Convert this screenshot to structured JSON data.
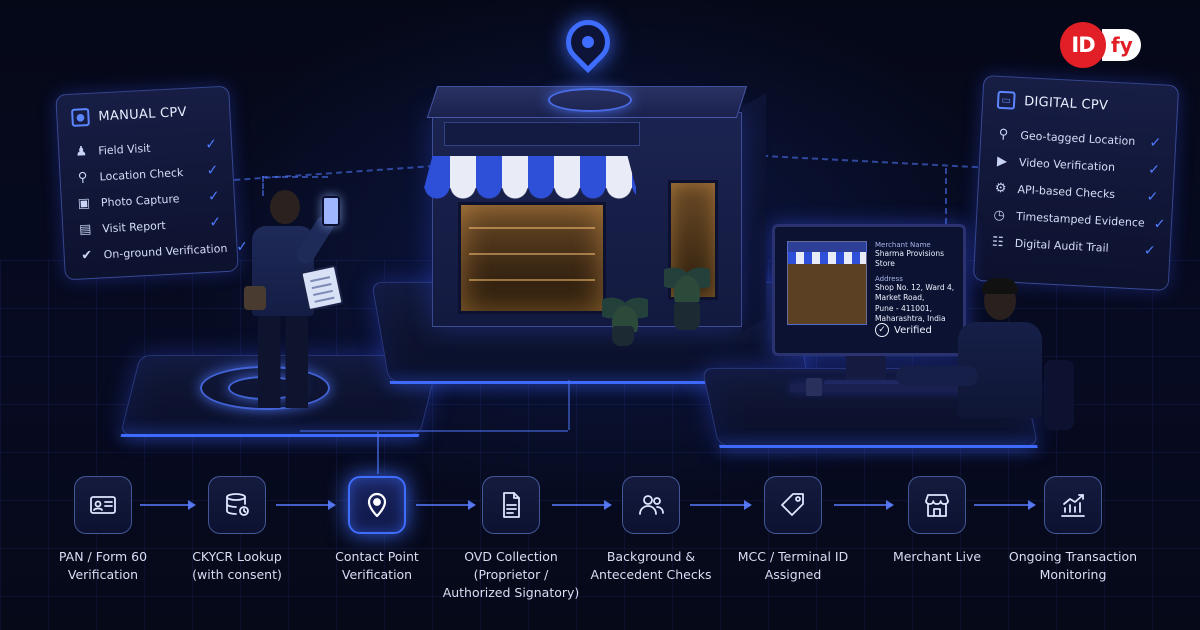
{
  "brand": {
    "logo_text": "ID",
    "logo_tail": "fy",
    "color": "#e21f26"
  },
  "accent": "#3f6dff",
  "manual_cpv": {
    "title": "MANUAL CPV",
    "items": [
      {
        "label": "Field Visit",
        "icon": "user-icon"
      },
      {
        "label": "Location Check",
        "icon": "location-search-icon"
      },
      {
        "label": "Photo Capture",
        "icon": "camera-icon"
      },
      {
        "label": "Visit Report",
        "icon": "document-icon"
      },
      {
        "label": "On-ground Verification",
        "icon": "check-circle-icon"
      }
    ]
  },
  "digital_cpv": {
    "title": "DIGITAL CPV",
    "items": [
      {
        "label": "Geo-tagged Location",
        "icon": "location-pin-icon"
      },
      {
        "label": "Video Verification",
        "icon": "video-icon"
      },
      {
        "label": "API-based Checks",
        "icon": "api-icon"
      },
      {
        "label": "Timestamped Evidence",
        "icon": "clock-icon"
      },
      {
        "label": "Digital Audit Trail",
        "icon": "audit-icon"
      }
    ]
  },
  "monitor": {
    "merchant_name_label": "Merchant Name",
    "merchant_name": "Sharma Provisions Store",
    "address_label": "Address",
    "address": "Shop No. 12, Ward 4,\nMarket Road,\nPune - 411001,\nMaharashtra, India",
    "status": "Verified"
  },
  "flow": {
    "steps": [
      {
        "label": "PAN / Form 60\nVerification",
        "icon": "id-card-icon"
      },
      {
        "label": "CKYCR Lookup\n(with consent)",
        "icon": "database-icon"
      },
      {
        "label": "Contact Point\nVerification",
        "icon": "location-pin-icon",
        "active": true
      },
      {
        "label": "OVD Collection\n(Proprietor /\nAuthorized Signatory)",
        "icon": "document-icon"
      },
      {
        "label": "Background &\nAntecedent Checks",
        "icon": "users-icon"
      },
      {
        "label": "MCC / Terminal ID\nAssigned",
        "icon": "tag-icon"
      },
      {
        "label": "Merchant Live",
        "icon": "store-icon"
      },
      {
        "label": "Ongoing Transaction\nMonitoring",
        "icon": "chart-icon"
      }
    ]
  }
}
